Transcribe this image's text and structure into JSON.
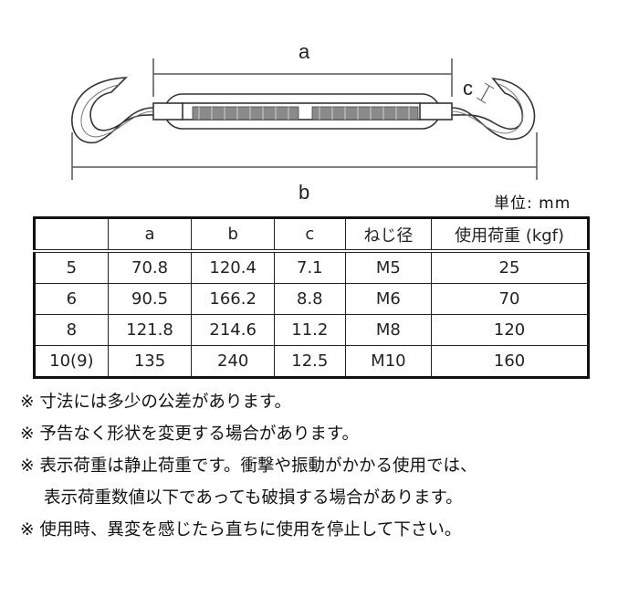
{
  "diagram": {
    "label_a": "a",
    "label_b": "b",
    "label_c": "c",
    "unit_label": "単位: mm"
  },
  "table": {
    "headers": [
      "",
      "a",
      "b",
      "c",
      "ねじ径",
      "使用荷重 (kgf)"
    ],
    "rows": [
      [
        "5",
        "70.8",
        "120.4",
        "7.1",
        "M5",
        "25"
      ],
      [
        "6",
        "90.5",
        "166.2",
        "8.8",
        "M6",
        "70"
      ],
      [
        "8",
        "121.8",
        "214.6",
        "11.2",
        "M8",
        "120"
      ],
      [
        "10(9)",
        "135",
        "240",
        "12.5",
        "M10",
        "160"
      ]
    ]
  },
  "notes": [
    "※ 寸法には多少の公差があります。",
    "※ 予告なく形状を変更する場合があります。",
    "※ 表示荷重は静止荷重です。衝撃や振動がかかる使用では、",
    "表示荷重数値以下であっても破損する場合があります。",
    "※ 使用時、異変を感じたら直ちに使用を停止して下さい。"
  ]
}
